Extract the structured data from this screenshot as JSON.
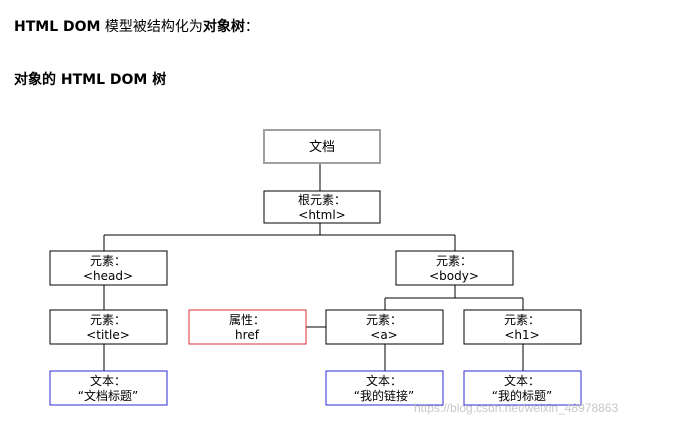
{
  "intro": {
    "prefix": "HTML DOM",
    "middle": " 模型被结构化为",
    "bold": "对象树",
    "suffix": "："
  },
  "heading": "对象的 HTML DOM 树",
  "diagram": {
    "root_document": {
      "line1": "文档",
      "line2": ""
    },
    "html": {
      "line1": "根元素：",
      "line2": "<html>"
    },
    "head": {
      "line1": "元素：",
      "line2": "<head>"
    },
    "body": {
      "line1": "元素：",
      "line2": "<body>"
    },
    "title": {
      "line1": "元素：",
      "line2": "<title>"
    },
    "attribute": {
      "line1": "属性：",
      "line2": "href"
    },
    "a": {
      "line1": "元素：",
      "line2": "<a>"
    },
    "h1": {
      "line1": "元素：",
      "line2": "<h1>"
    },
    "text_title": {
      "line1": "文本：",
      "line2": "“文档标题”"
    },
    "text_link": {
      "line1": "文本：",
      "line2": "“我的链接”"
    },
    "text_h1": {
      "line1": "文本：",
      "line2": "“我的标题”"
    }
  },
  "watermark": "https://blog.csdn.net/weixin_48978863",
  "colors": {
    "root_border": "#a0a0a0",
    "element_border": "#000000",
    "attribute_border": "#e03030",
    "text_border": "#2b2bd6",
    "edge": "#000000"
  }
}
